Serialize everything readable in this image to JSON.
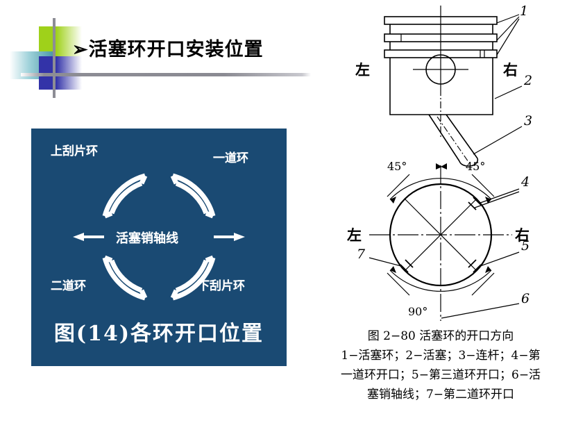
{
  "slide": {
    "title": "➢活塞环开口安装位置",
    "background_color": "#ffffff"
  },
  "logo": {
    "green_color": "#9fd11a",
    "teal_color": "#4e9aa8",
    "blue_color": "#3333a8",
    "rule_color": "#8d8d95"
  },
  "blue_figure": {
    "background_color": "#1a4a73",
    "text_color": "#ffffff",
    "caption": "图(14)各环开口位置",
    "center_label": "活塞销轴线",
    "ring_labels": [
      {
        "text": "上刮片环",
        "position": "top-left"
      },
      {
        "text": "一道环",
        "position": "top-right"
      },
      {
        "text": "二道环",
        "position": "bottom-left"
      },
      {
        "text": "下刮片环",
        "position": "bottom-right"
      }
    ],
    "arrow_left": "←",
    "arrow_right": "→"
  },
  "piston_drawing": {
    "left_label": "左",
    "right_label": "右",
    "callouts": [
      {
        "id": "1",
        "text": "1"
      },
      {
        "id": "2",
        "text": "2"
      },
      {
        "id": "3",
        "text": "3"
      }
    ]
  },
  "circle_drawing": {
    "left_label": "左",
    "right_label": "右",
    "angles": [
      {
        "text": "45°",
        "position": "top-left"
      },
      {
        "text": "45°",
        "position": "top-right"
      },
      {
        "text": "90°",
        "position": "bottom"
      }
    ],
    "callouts": [
      {
        "id": "4",
        "text": "4"
      },
      {
        "id": "5",
        "text": "5"
      },
      {
        "id": "6",
        "text": "6"
      },
      {
        "id": "7",
        "text": "7"
      }
    ]
  },
  "figure_caption": {
    "line1": "图 2−80 活塞环的开口方向",
    "line2": "1−活塞环；2−活塞；3−连杆；4−第",
    "line3": "一道环开口；5−第三道环开口；6−活",
    "line4": "塞销轴线；7−第二道环开口"
  }
}
